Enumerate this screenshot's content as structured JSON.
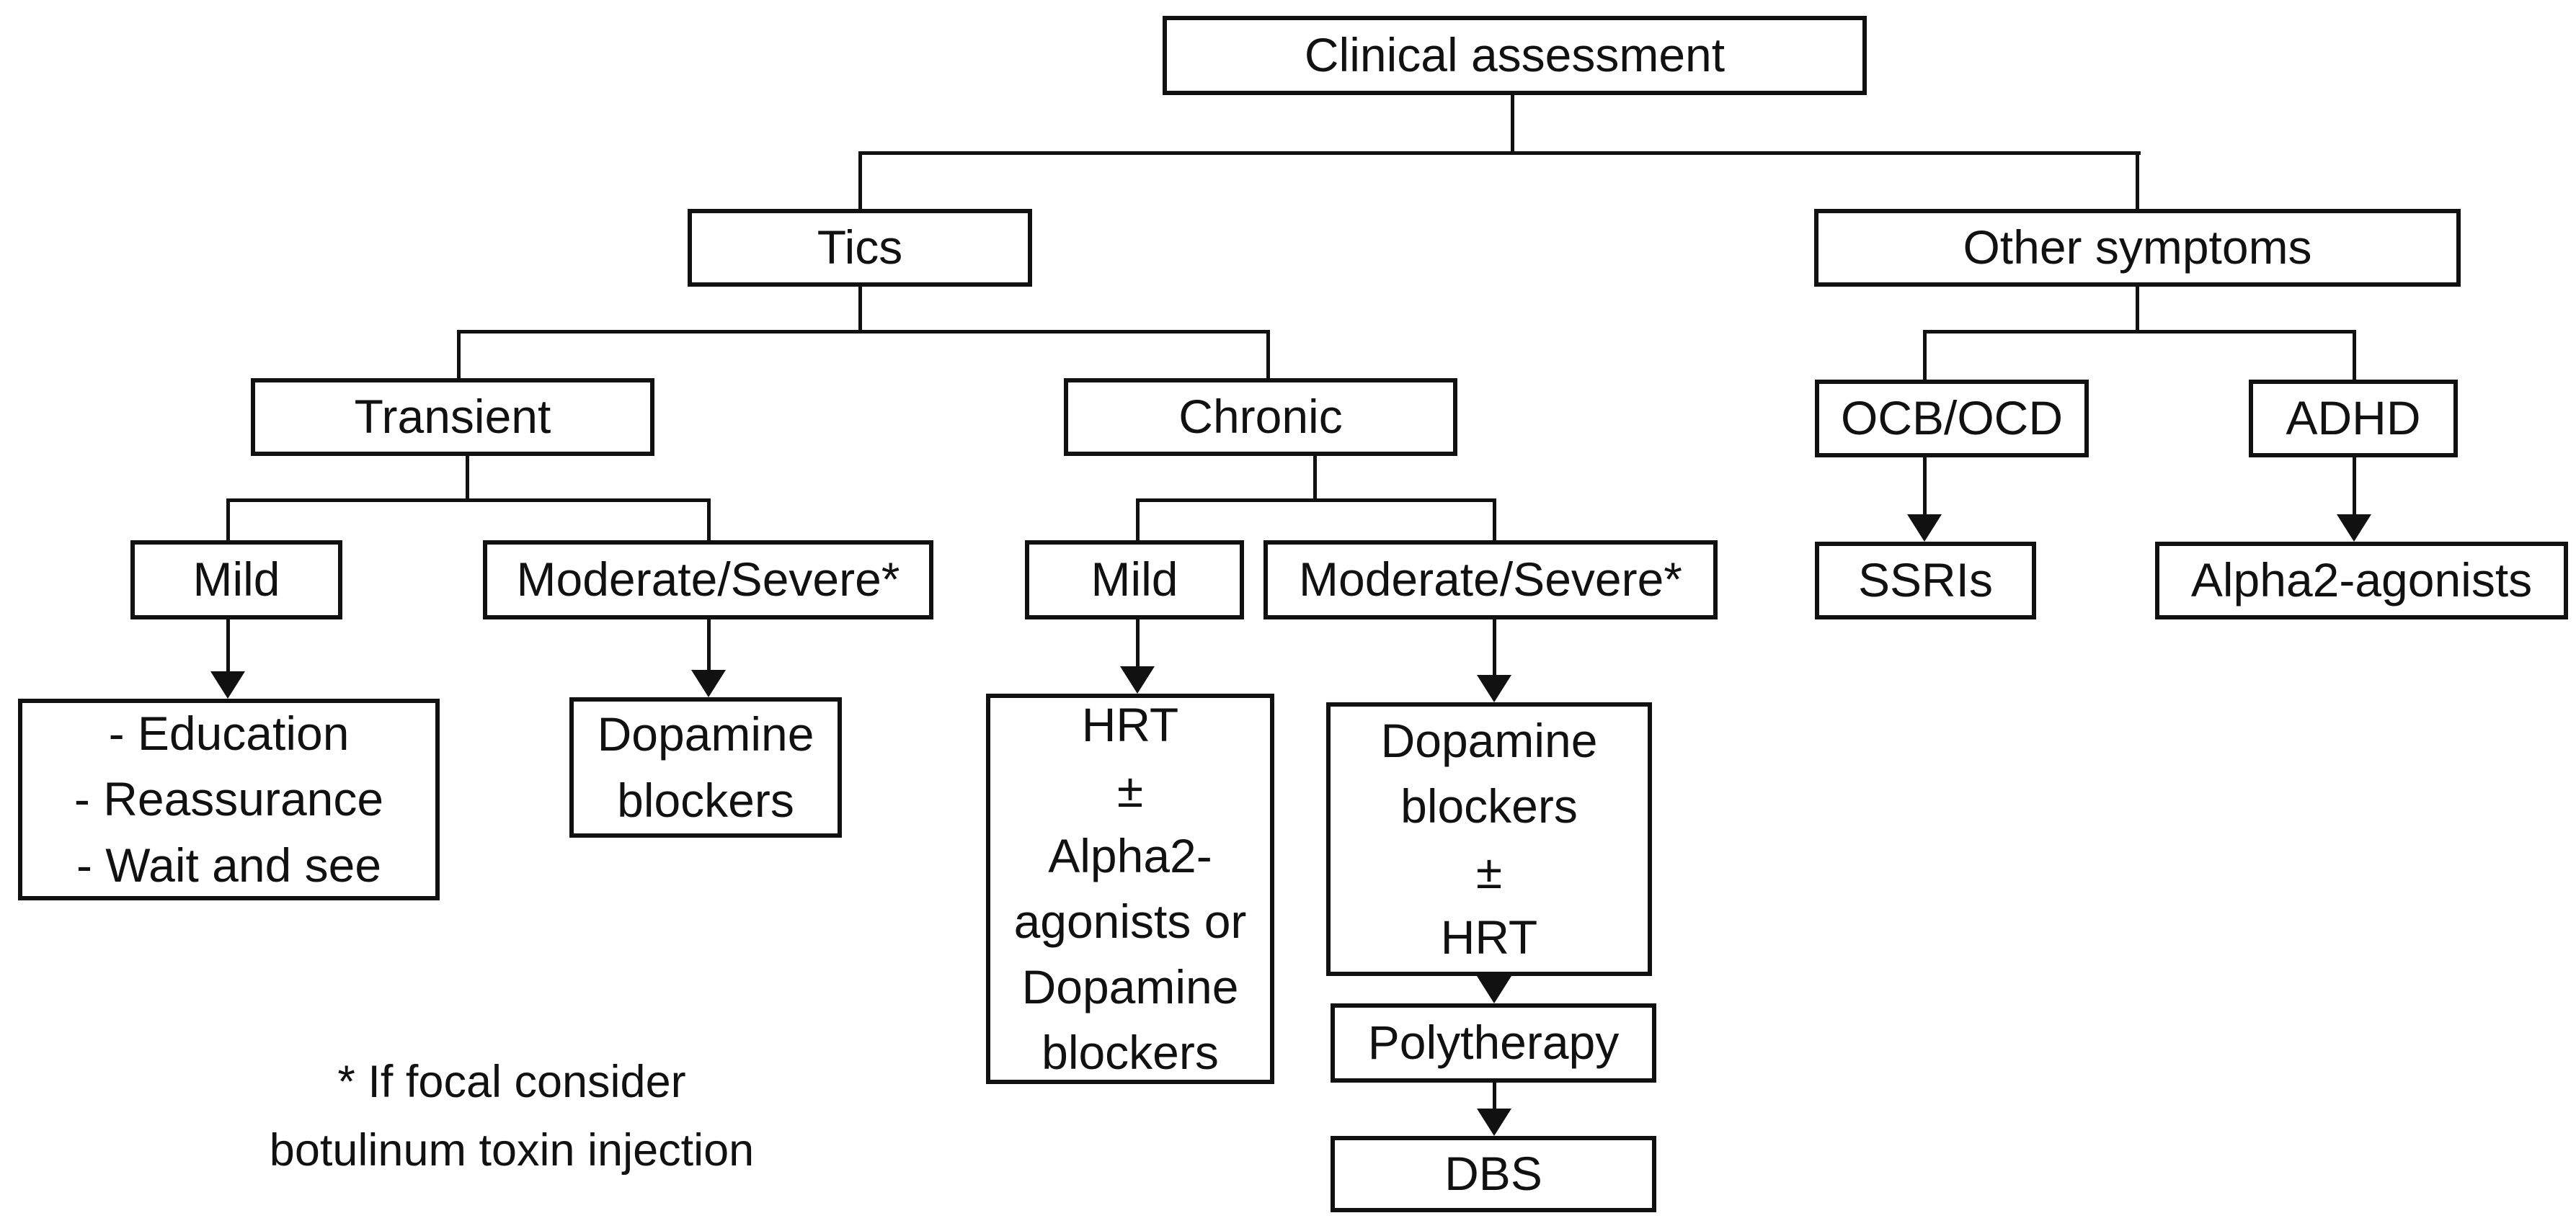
{
  "figure": {
    "background": "#ffffff",
    "line_color": "#111111",
    "text_color": "#111111"
  },
  "nodes": {
    "clinical_assessment": "Clinical assessment",
    "tics": "Tics",
    "other_symptoms": "Other symptoms",
    "transient": "Transient",
    "chronic": "Chronic",
    "ocb_ocd": "OCB/OCD",
    "adhd": "ADHD",
    "transient_mild": "Mild",
    "transient_moderate_severe": "Moderate/Severe*",
    "chronic_mild": "Mild",
    "chronic_moderate_severe": "Moderate/Severe*",
    "ssris": "SSRIs",
    "alpha2_agonists": "Alpha2-agonists",
    "polytherapy": "Polytherapy",
    "dbs": "DBS"
  },
  "multiline_nodes": {
    "transient_mild_plan": [
      "- Education",
      "- Reassurance",
      "- Wait and see"
    ],
    "transient_modsev_plan": [
      "Dopamine",
      "blockers"
    ],
    "chronic_mild_plan": [
      "HRT",
      "±",
      "Alpha2-",
      "agonists or",
      "Dopamine",
      "blockers"
    ],
    "chronic_modsev_plan": [
      "Dopamine",
      "blockers",
      "±",
      "HRT"
    ]
  },
  "footnote": {
    "lines": [
      "* If focal consider",
      "botulinum toxin injection"
    ]
  }
}
